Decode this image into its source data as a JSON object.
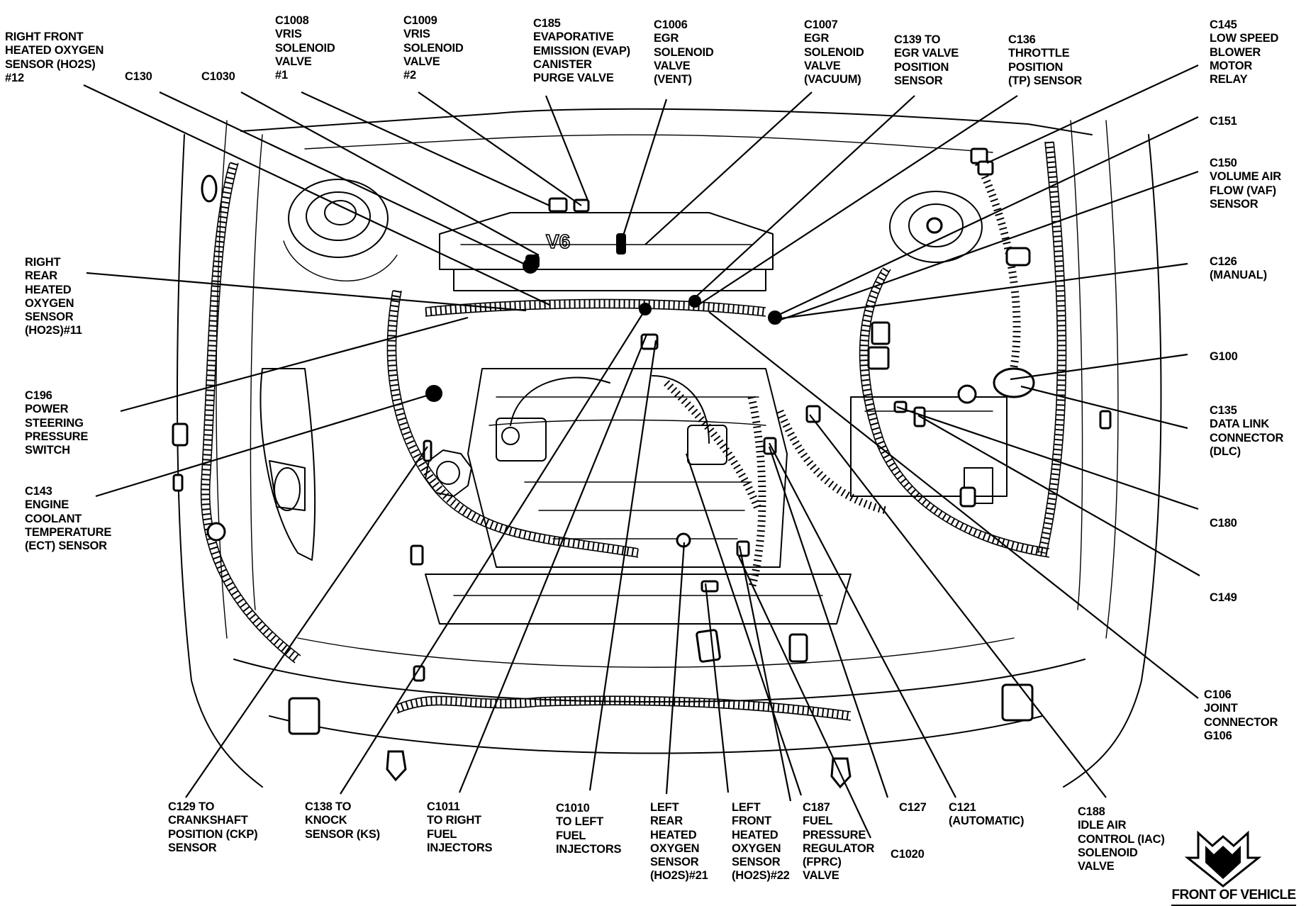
{
  "diagram": {
    "subject": "Engine compartment connector and component locations (V6)",
    "engine_badge": "V6",
    "front_indicator": {
      "icon": "down-arrow-icon",
      "label": "FRONT OF VEHICLE"
    },
    "labels": {
      "rf_ho2s": [
        "RIGHT FRONT",
        "HEATED OXYGEN",
        "SENSOR (HO2S)",
        "#12"
      ],
      "c130": [
        "C130"
      ],
      "c1030": [
        "C1030"
      ],
      "c1008": [
        "C1008",
        "VRIS",
        "SOLENOID",
        "VALVE",
        "#1"
      ],
      "c1009": [
        "C1009",
        "VRIS",
        "SOLENOID",
        "VALVE",
        "#2"
      ],
      "c185": [
        "C185",
        "EVAPORATIVE",
        "EMISSION (EVAP)",
        "CANISTER",
        "PURGE VALVE"
      ],
      "c1006": [
        "C1006",
        "EGR",
        "SOLENOID",
        "VALVE",
        "(VENT)"
      ],
      "c1007": [
        "C1007",
        "EGR",
        "SOLENOID",
        "VALVE",
        "(VACUUM)"
      ],
      "c139": [
        "C139 TO",
        "EGR VALVE",
        "POSITION",
        "SENSOR"
      ],
      "c136": [
        "C136",
        "THROTTLE",
        "POSITION",
        "(TP) SENSOR"
      ],
      "c145": [
        "C145",
        "LOW SPEED",
        "BLOWER",
        "MOTOR",
        "RELAY"
      ],
      "c151": [
        "C151"
      ],
      "c150": [
        "C150",
        "VOLUME AIR",
        "FLOW (VAF)",
        "SENSOR"
      ],
      "c126": [
        "C126",
        "(MANUAL)"
      ],
      "g100": [
        "G100"
      ],
      "c135": [
        "C135",
        "DATA LINK",
        "CONNECTOR",
        "(DLC)"
      ],
      "c180": [
        "C180"
      ],
      "c149": [
        "C149"
      ],
      "c106": [
        "C106",
        "JOINT",
        "CONNECTOR",
        "G106"
      ],
      "rr_ho2s": [
        "RIGHT",
        "REAR",
        "HEATED",
        "OXYGEN",
        "SENSOR",
        "(HO2S)#11"
      ],
      "c196": [
        "C196",
        "POWER",
        "STEERING",
        "PRESSURE",
        "SWITCH"
      ],
      "c143": [
        "C143",
        "ENGINE",
        "COOLANT",
        "TEMPERATURE",
        "(ECT) SENSOR"
      ],
      "c129": [
        "C129 TO",
        "CRANKSHAFT",
        "POSITION (CKP)",
        "SENSOR"
      ],
      "c138": [
        "C138 TO",
        "KNOCK",
        "SENSOR (KS)"
      ],
      "c1011": [
        "C1011",
        "TO RIGHT",
        "FUEL",
        "INJECTORS"
      ],
      "c1010": [
        "C1010",
        "TO LEFT",
        "FUEL",
        "INJECTORS"
      ],
      "lr_ho2s": [
        "LEFT",
        "REAR",
        "HEATED",
        "OXYGEN",
        "SENSOR",
        "(HO2S)#21"
      ],
      "lf_ho2s": [
        "LEFT",
        "FRONT",
        "HEATED",
        "OXYGEN",
        "SENSOR",
        "(HO2S)#22"
      ],
      "c187": [
        "C187",
        "FUEL",
        "PRESSURE",
        "REGULATOR",
        "(FPRC)",
        "VALVE"
      ],
      "c1020": [
        "C1020"
      ],
      "c127": [
        "C127"
      ],
      "c121": [
        "C121",
        "(AUTOMATIC)"
      ],
      "c188": [
        "C188",
        "IDLE AIR",
        "CONTROL (IAC)",
        "SOLENOID",
        "VALVE"
      ]
    }
  }
}
